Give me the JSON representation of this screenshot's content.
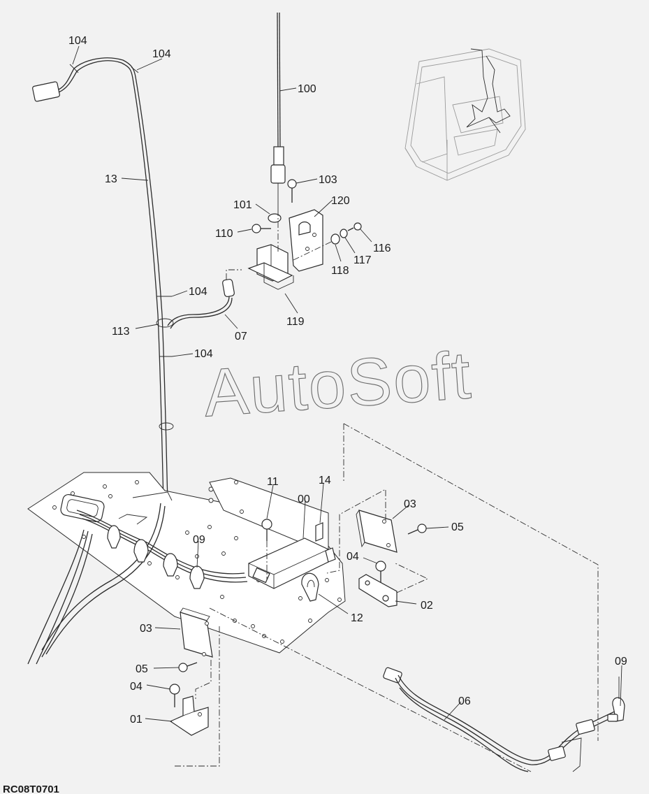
{
  "watermark": "AutoSoft",
  "figure_code": "RC08T0701",
  "callouts": [
    {
      "id": "lbl-104-a",
      "text": "104"
    },
    {
      "id": "lbl-104-b",
      "text": "104"
    },
    {
      "id": "lbl-100",
      "text": "100"
    },
    {
      "id": "lbl-13",
      "text": "13"
    },
    {
      "id": "lbl-103",
      "text": "103"
    },
    {
      "id": "lbl-101",
      "text": "101"
    },
    {
      "id": "lbl-120",
      "text": "120"
    },
    {
      "id": "lbl-110",
      "text": "110"
    },
    {
      "id": "lbl-116",
      "text": "116"
    },
    {
      "id": "lbl-117",
      "text": "117"
    },
    {
      "id": "lbl-118",
      "text": "118"
    },
    {
      "id": "lbl-104-c",
      "text": "104"
    },
    {
      "id": "lbl-119",
      "text": "119"
    },
    {
      "id": "lbl-113",
      "text": "113"
    },
    {
      "id": "lbl-07",
      "text": "07"
    },
    {
      "id": "lbl-104-d",
      "text": "104"
    },
    {
      "id": "lbl-11",
      "text": "11"
    },
    {
      "id": "lbl-14",
      "text": "14"
    },
    {
      "id": "lbl-00",
      "text": "00"
    },
    {
      "id": "lbl-03-a",
      "text": "03"
    },
    {
      "id": "lbl-05-a",
      "text": "05"
    },
    {
      "id": "lbl-09-a",
      "text": "09"
    },
    {
      "id": "lbl-04-a",
      "text": "04"
    },
    {
      "id": "lbl-02",
      "text": "02"
    },
    {
      "id": "lbl-12",
      "text": "12"
    },
    {
      "id": "lbl-03-b",
      "text": "03"
    },
    {
      "id": "lbl-05-b",
      "text": "05"
    },
    {
      "id": "lbl-04-b",
      "text": "04"
    },
    {
      "id": "lbl-01",
      "text": "01"
    },
    {
      "id": "lbl-06",
      "text": "06"
    },
    {
      "id": "lbl-09-b",
      "text": "09"
    }
  ]
}
